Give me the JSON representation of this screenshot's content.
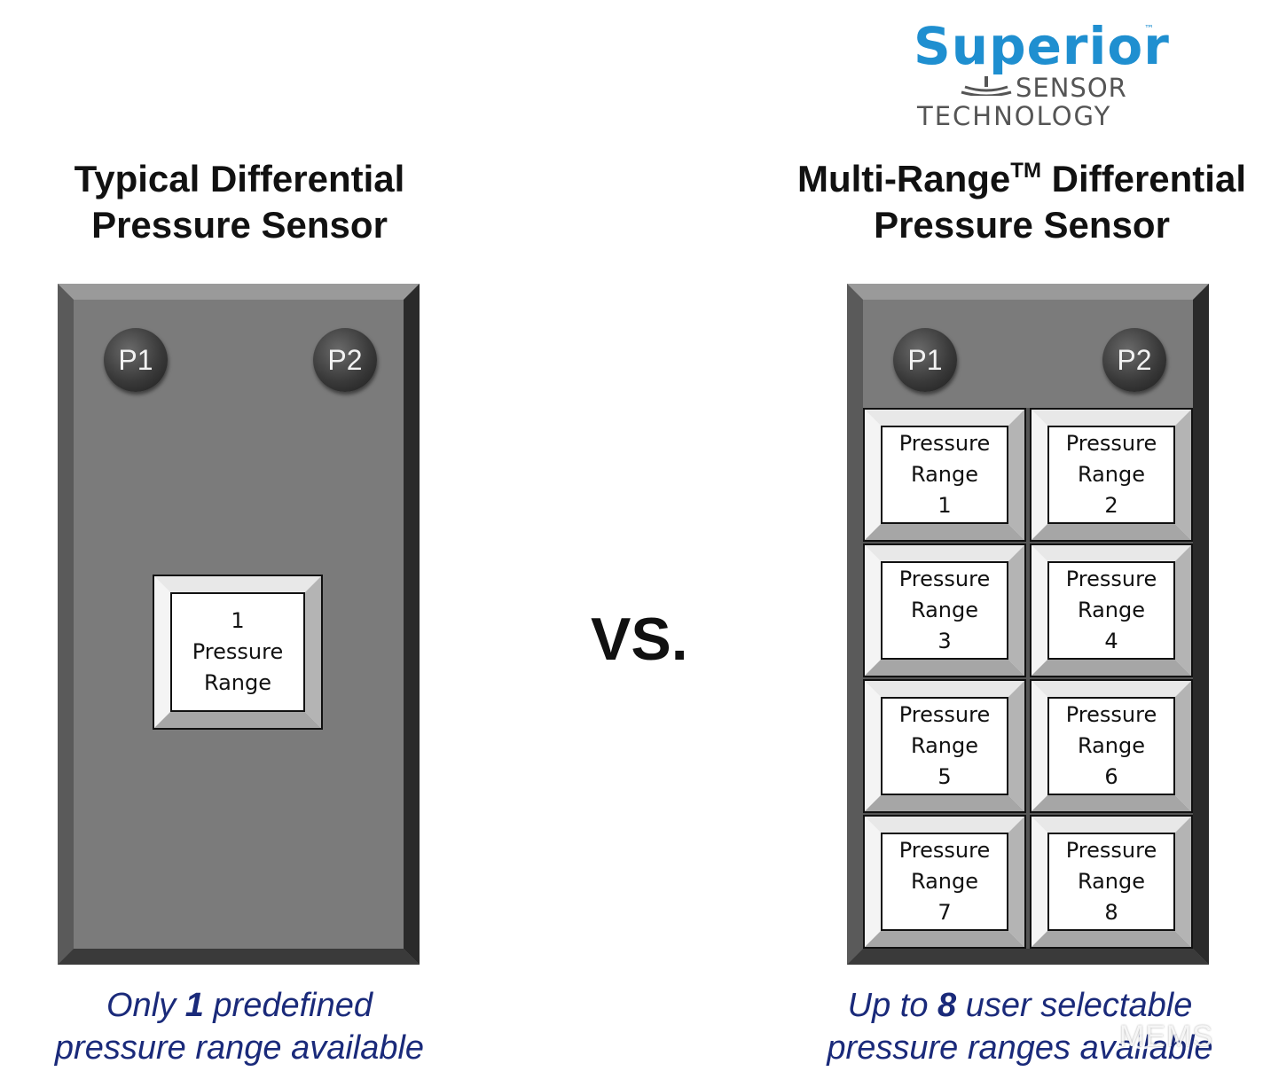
{
  "logo": {
    "word": "Superior",
    "tm": "™",
    "line2": "SENSOR",
    "line3": "TECHNOLOGY",
    "color": "#1f8fd0"
  },
  "left": {
    "heading_line1": "Typical Differential",
    "heading_line2": "Pressure Sensor",
    "port1": "P1",
    "port2": "P2",
    "tile_lines": [
      "1",
      "Pressure",
      "Range"
    ],
    "caption_pre": "Only ",
    "caption_bold": "1",
    "caption_post": " predefined",
    "caption_line2": "pressure range available"
  },
  "vs": "VS.",
  "right": {
    "heading_line1_pre": "Multi-Range",
    "heading_tm": "TM",
    "heading_line1_post": " Differential",
    "heading_line2": "Pressure Sensor",
    "port1": "P1",
    "port2": "P2",
    "ranges": [
      {
        "line1": "Pressure",
        "line2": "Range",
        "num": "1"
      },
      {
        "line1": "Pressure",
        "line2": "Range",
        "num": "2"
      },
      {
        "line1": "Pressure",
        "line2": "Range",
        "num": "3"
      },
      {
        "line1": "Pressure",
        "line2": "Range",
        "num": "4"
      },
      {
        "line1": "Pressure",
        "line2": "Range",
        "num": "5"
      },
      {
        "line1": "Pressure",
        "line2": "Range",
        "num": "6"
      },
      {
        "line1": "Pressure",
        "line2": "Range",
        "num": "7"
      },
      {
        "line1": "Pressure",
        "line2": "Range",
        "num": "8"
      }
    ],
    "caption_pre": "Up to ",
    "caption_bold": "8",
    "caption_post": " user selectable",
    "caption_line2": "pressure ranges available"
  },
  "watermark": "MEMS",
  "colors": {
    "caption": "#1a2a7a",
    "sensor_face": "#7b7b7b",
    "port": "#3a3a3a"
  }
}
